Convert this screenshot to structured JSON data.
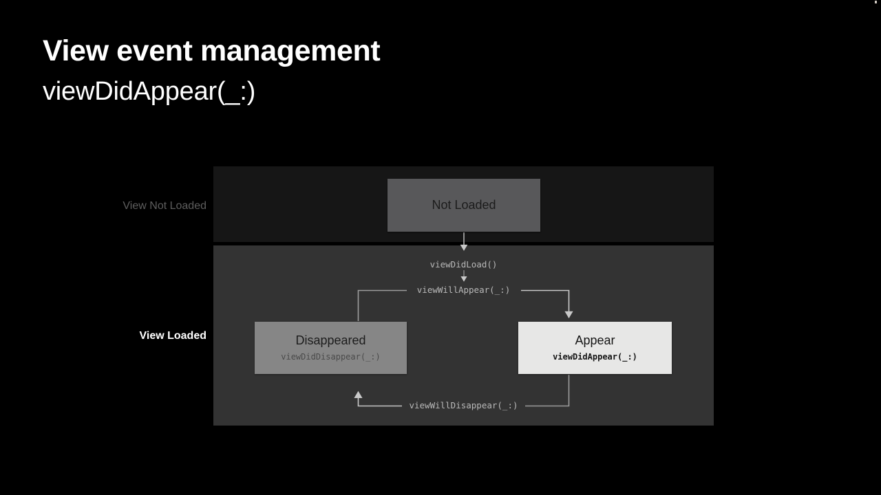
{
  "slide": {
    "title": "View event management",
    "subtitle": "viewDidAppear(_:)"
  },
  "diagram": {
    "rows": [
      {
        "id": "view-not-loaded",
        "label": "View Not Loaded",
        "active": false
      },
      {
        "id": "view-loaded",
        "label": "View Loaded",
        "active": true
      }
    ],
    "states": [
      {
        "id": "not-loaded",
        "title": "Not Loaded",
        "subtitle": "",
        "highlighted": false,
        "fill": "#58585a"
      },
      {
        "id": "disappeared",
        "title": "Disappeared",
        "subtitle": "viewDidDisappear(_:)",
        "highlighted": false,
        "fill": "#868686"
      },
      {
        "id": "appear",
        "title": "Appear",
        "subtitle": "viewDidAppear(_:)",
        "highlighted": true,
        "fill": "#e7e7e6"
      }
    ],
    "transitions": [
      {
        "id": "did-load",
        "label": "viewDidLoad()",
        "from": "not-loaded",
        "to": "appear"
      },
      {
        "id": "will-appear",
        "label": "viewWillAppear(_:)",
        "from": "disappeared",
        "to": "appear"
      },
      {
        "id": "will-disappear",
        "label": "viewWillDisappear(_:)",
        "from": "appear",
        "to": "disappeared"
      }
    ]
  },
  "colors": {
    "background": "#000000",
    "panel_not_loaded": "#161616",
    "panel_loaded": "#333333",
    "connector": "#b9b9b9",
    "text_primary": "#ffffff",
    "text_dim": "#5e5e5e"
  }
}
